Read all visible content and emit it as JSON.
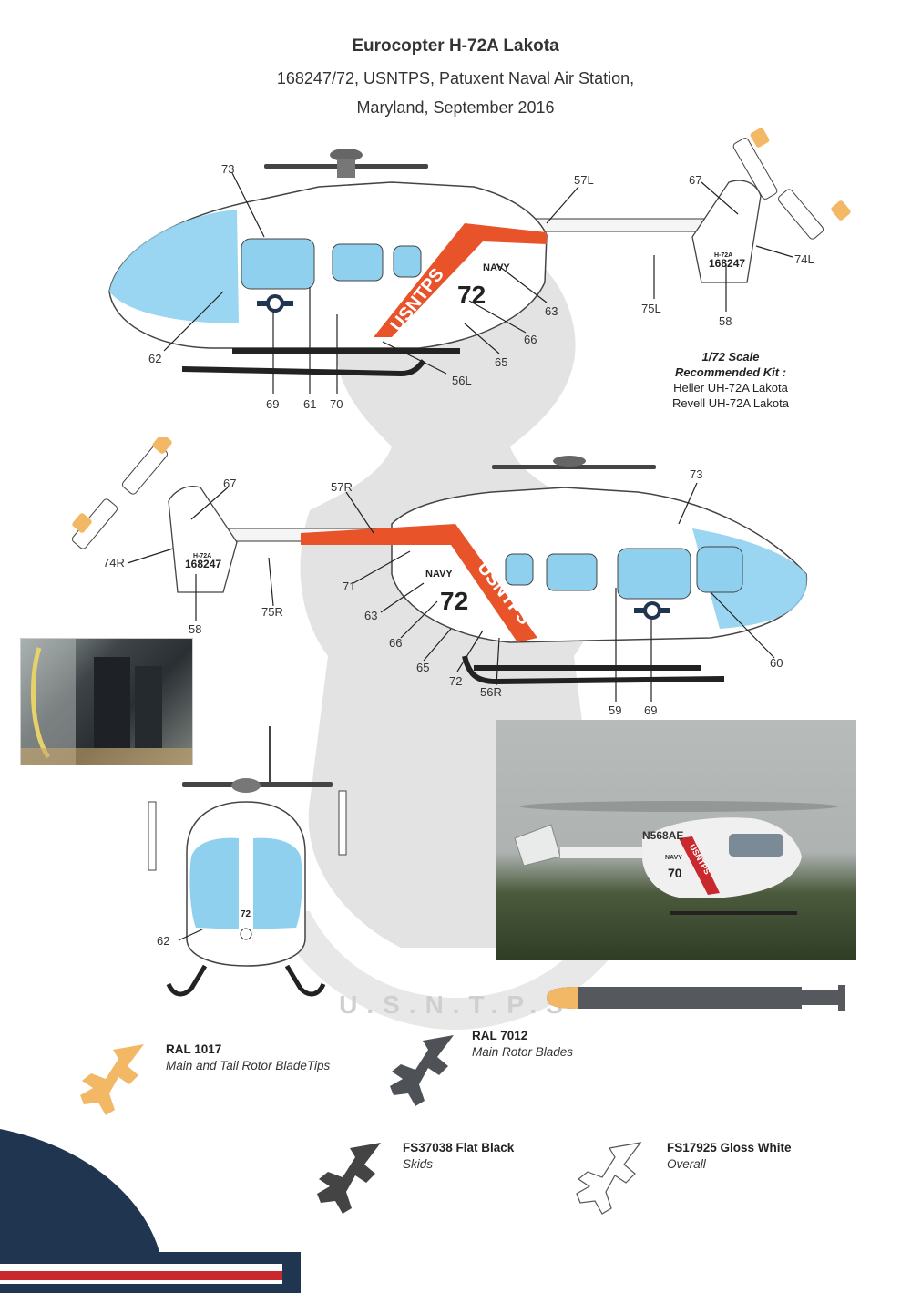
{
  "header": {
    "title": "Eurocopter H-72A Lakota",
    "subtitle_line1": "168247/72, USNTPS, Patuxent Naval Air Station,",
    "subtitle_line2": "Maryland, September 2016"
  },
  "scale_note": {
    "scale": "1/72 Scale",
    "recommended": "Recommended Kit :",
    "kit1": "Heller UH-72A Lakota",
    "kit2": "Revell UH-72A Lakota"
  },
  "markings": {
    "usntps": "USNTPS",
    "navy": "NAVY",
    "code": "72",
    "type": "H-72A",
    "serial": "168247"
  },
  "callouts_left": {
    "c73": "73",
    "c57L": "57L",
    "c67": "67",
    "c74L": "74L",
    "c63": "63",
    "c75L": "75L",
    "c58": "58",
    "c62": "62",
    "c66": "66",
    "c65": "65",
    "c56L": "56L",
    "c69": "69",
    "c61": "61",
    "c70": "70"
  },
  "callouts_right": {
    "c67": "67",
    "c57R": "57R",
    "c73": "73",
    "c74R": "74R",
    "c71": "71",
    "c75R": "75R",
    "c63": "63",
    "c58": "58",
    "c66": "66",
    "c65": "65",
    "c72": "72",
    "c56R": "56R",
    "c60": "60",
    "c59": "59",
    "c69": "69"
  },
  "callouts_front": {
    "c62": "62",
    "code": "72"
  },
  "photo_markings": {
    "reg": "N568AE",
    "navy": "NAVY",
    "code": "70",
    "usntps": "USNTPS"
  },
  "watermark": "U.S.N.T.P.S",
  "colors": [
    {
      "code": "RAL 1017",
      "desc": "Main and Tail Rotor BladeTips",
      "hex": "#f2b866"
    },
    {
      "code": "RAL 7012",
      "desc": "Main Rotor Blades",
      "hex": "#4e5257"
    },
    {
      "code": "FS37038 Flat Black",
      "desc": "Skids",
      "hex": "#444444"
    },
    {
      "code": "FS17925 Gloss White",
      "desc": "Overall",
      "hex": "#ffffff"
    }
  ],
  "palette": {
    "orange": "#e8532a",
    "blue": "#8fd0ef",
    "navy_flag": "#1f3550",
    "red_flag": "#c8282e"
  }
}
